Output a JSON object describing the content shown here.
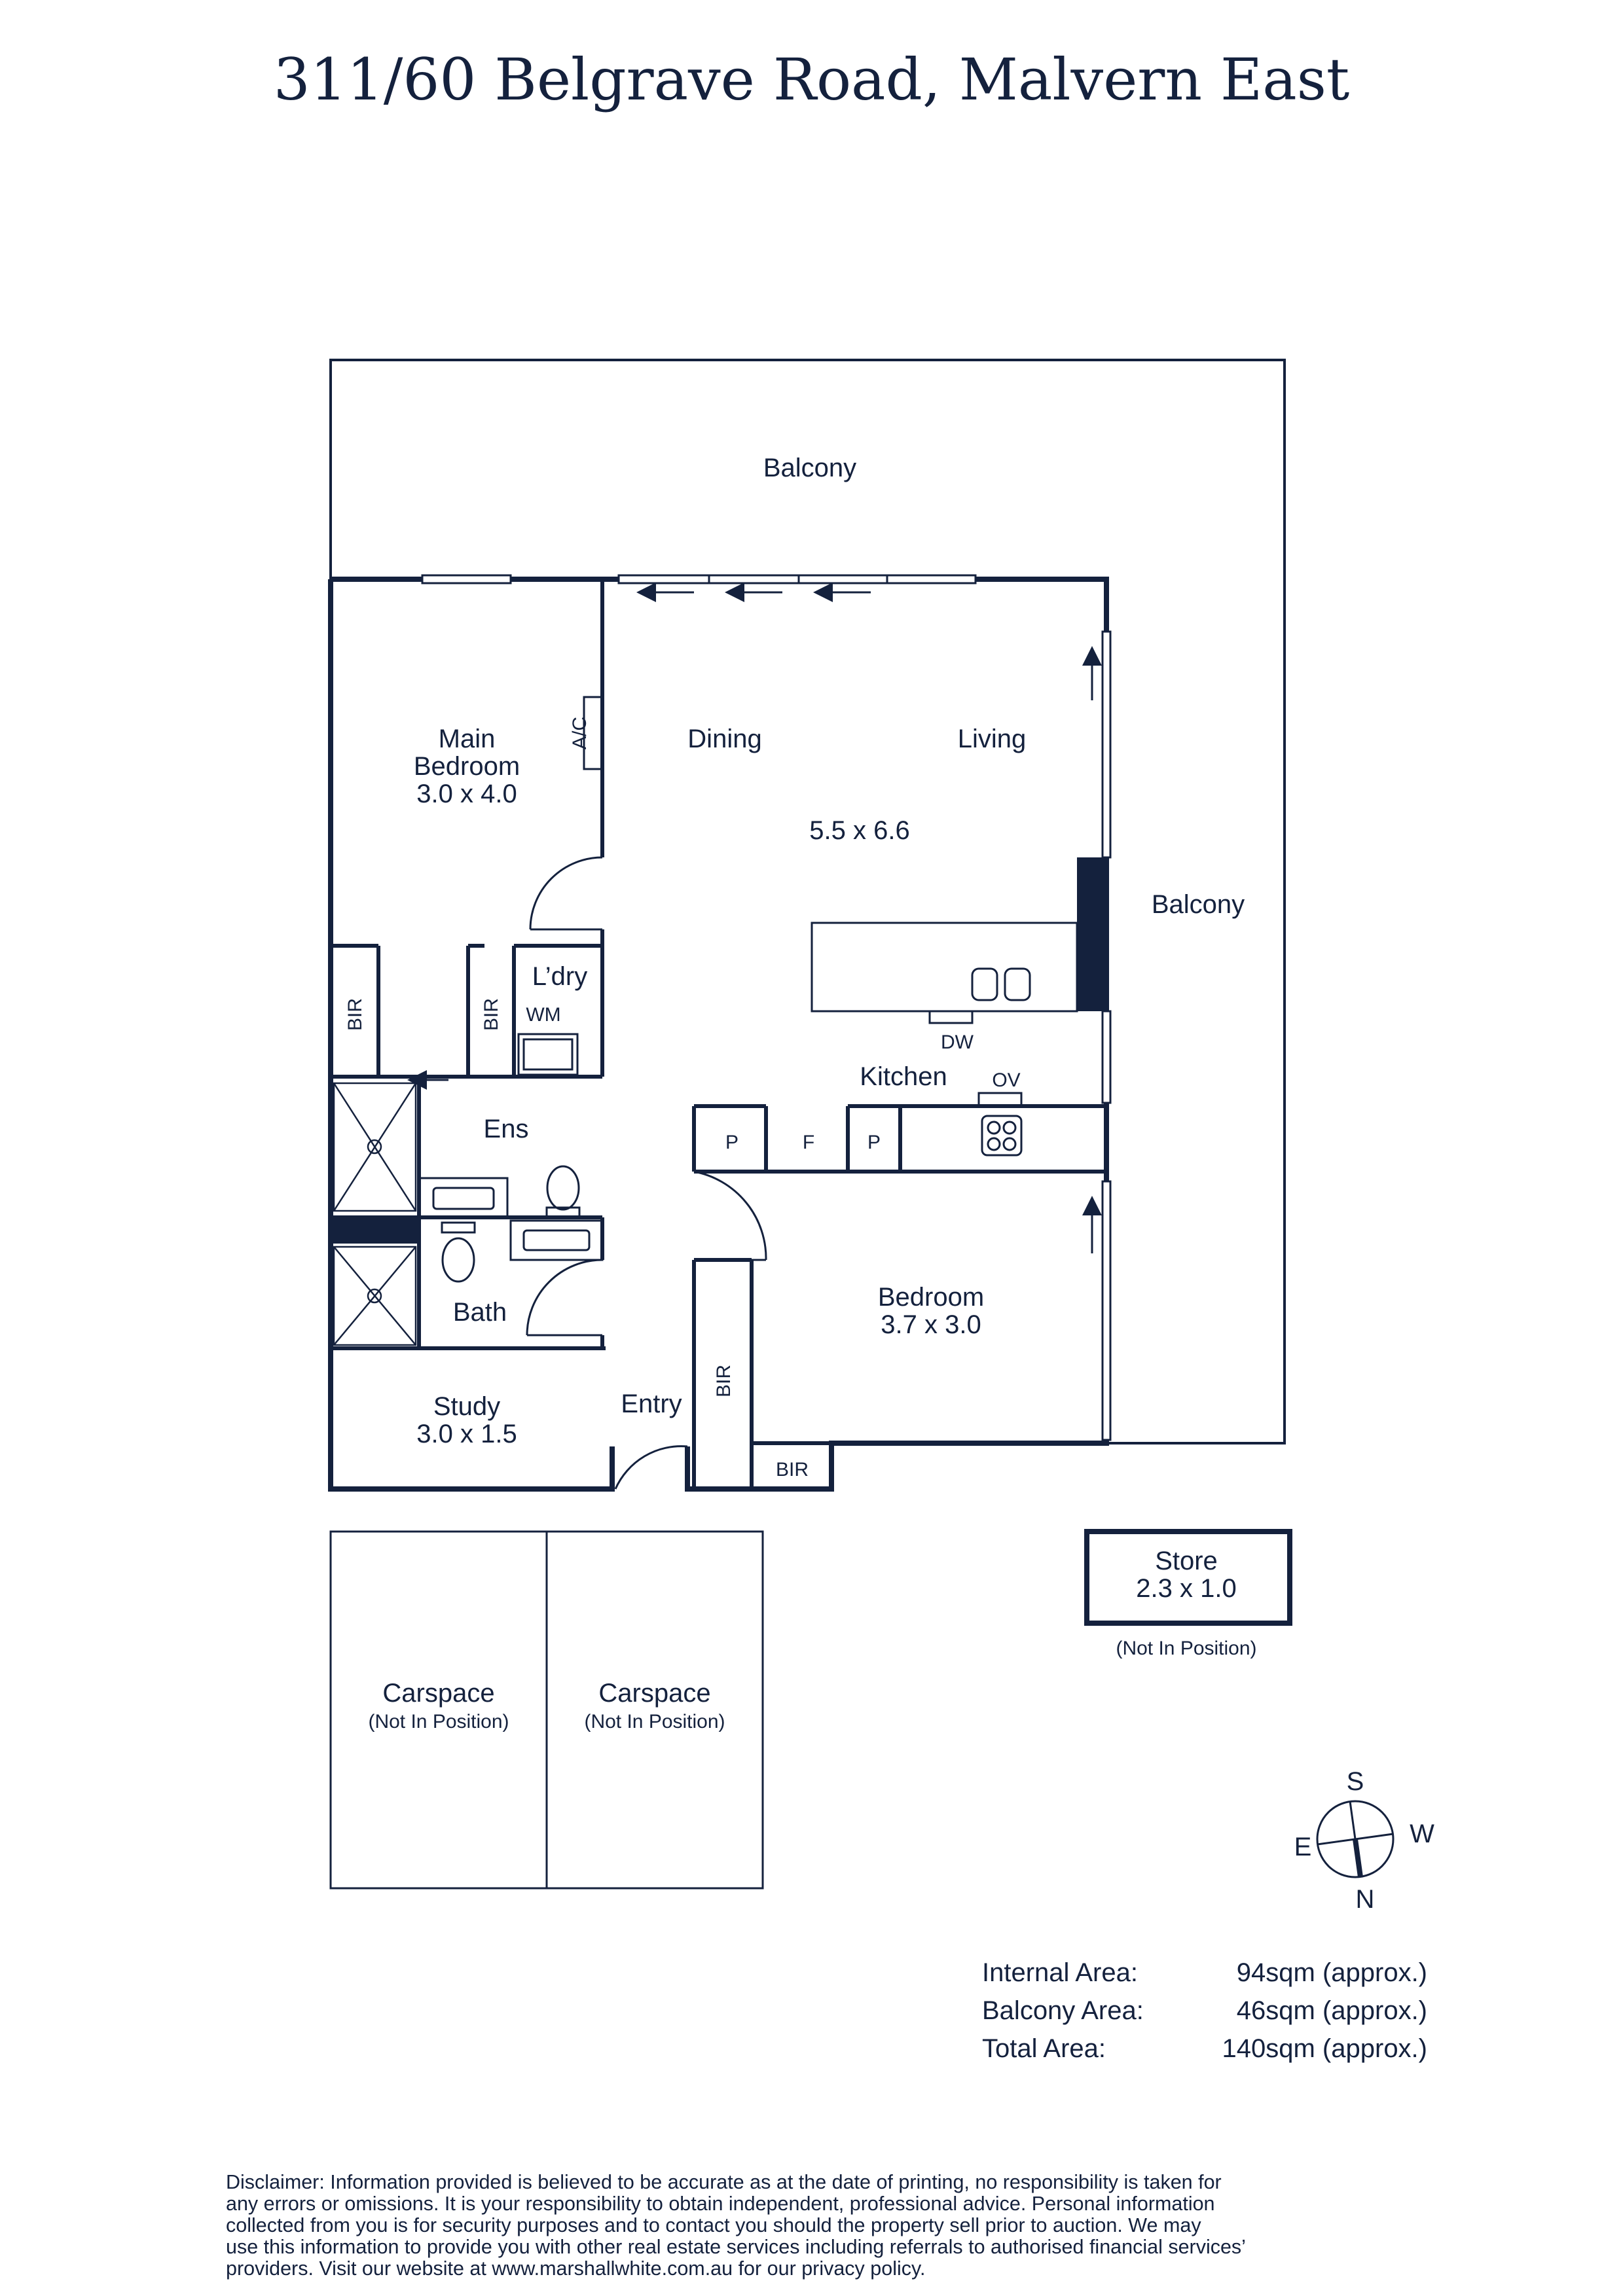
{
  "title": "311/60 Belgrave Road, Malvern East",
  "rooms": {
    "balcony_top": "Balcony",
    "balcony_right": "Balcony",
    "main_bedroom": [
      "Main",
      "Bedroom",
      "3.0 x 4.0"
    ],
    "ac": "A/C",
    "dining": "Dining",
    "living": "Living",
    "dining_living_size": "5.5 x 6.6",
    "bir": "BIR",
    "laundry": "L’dry",
    "wm": "WM",
    "kitchen": "Kitchen",
    "dw": "DW",
    "ov": "OV",
    "pantry": "P",
    "fridge": "F",
    "ensuite": "Ens",
    "bath": "Bath",
    "bedroom": [
      "Bedroom",
      "3.7 x 3.0"
    ],
    "study": [
      "Study",
      "3.0 x 1.5"
    ],
    "entry": "Entry",
    "store": [
      "Store",
      "2.3 x 1.0"
    ],
    "store_note": "(Not In Position)",
    "carspace": "Carspace",
    "carspace_note": "(Not In Position)"
  },
  "compass": {
    "s": "S",
    "w": "W",
    "e": "E",
    "n": "N"
  },
  "areas": [
    {
      "label": "Internal Area:",
      "value": "94sqm (approx.)"
    },
    {
      "label": "Balcony Area:",
      "value": "46sqm (approx.)"
    },
    {
      "label": "Total Area:",
      "value": "140sqm (approx.)"
    }
  ],
  "disclaimer": [
    "Disclaimer: Information provided is believed to be accurate as at the date of printing, no responsibility is taken for",
    "any errors or omissions. It is your responsibility to obtain independent, professional advice. Personal information",
    "collected from you is for security purposes and to contact you should the property sell prior to auction. We may",
    "use this information to provide you with other real estate services including referrals to authorised financial services’",
    "providers. Visit our website at www.marshallwhite.com.au for our privacy policy."
  ],
  "colors": {
    "ink": "#14213d"
  }
}
